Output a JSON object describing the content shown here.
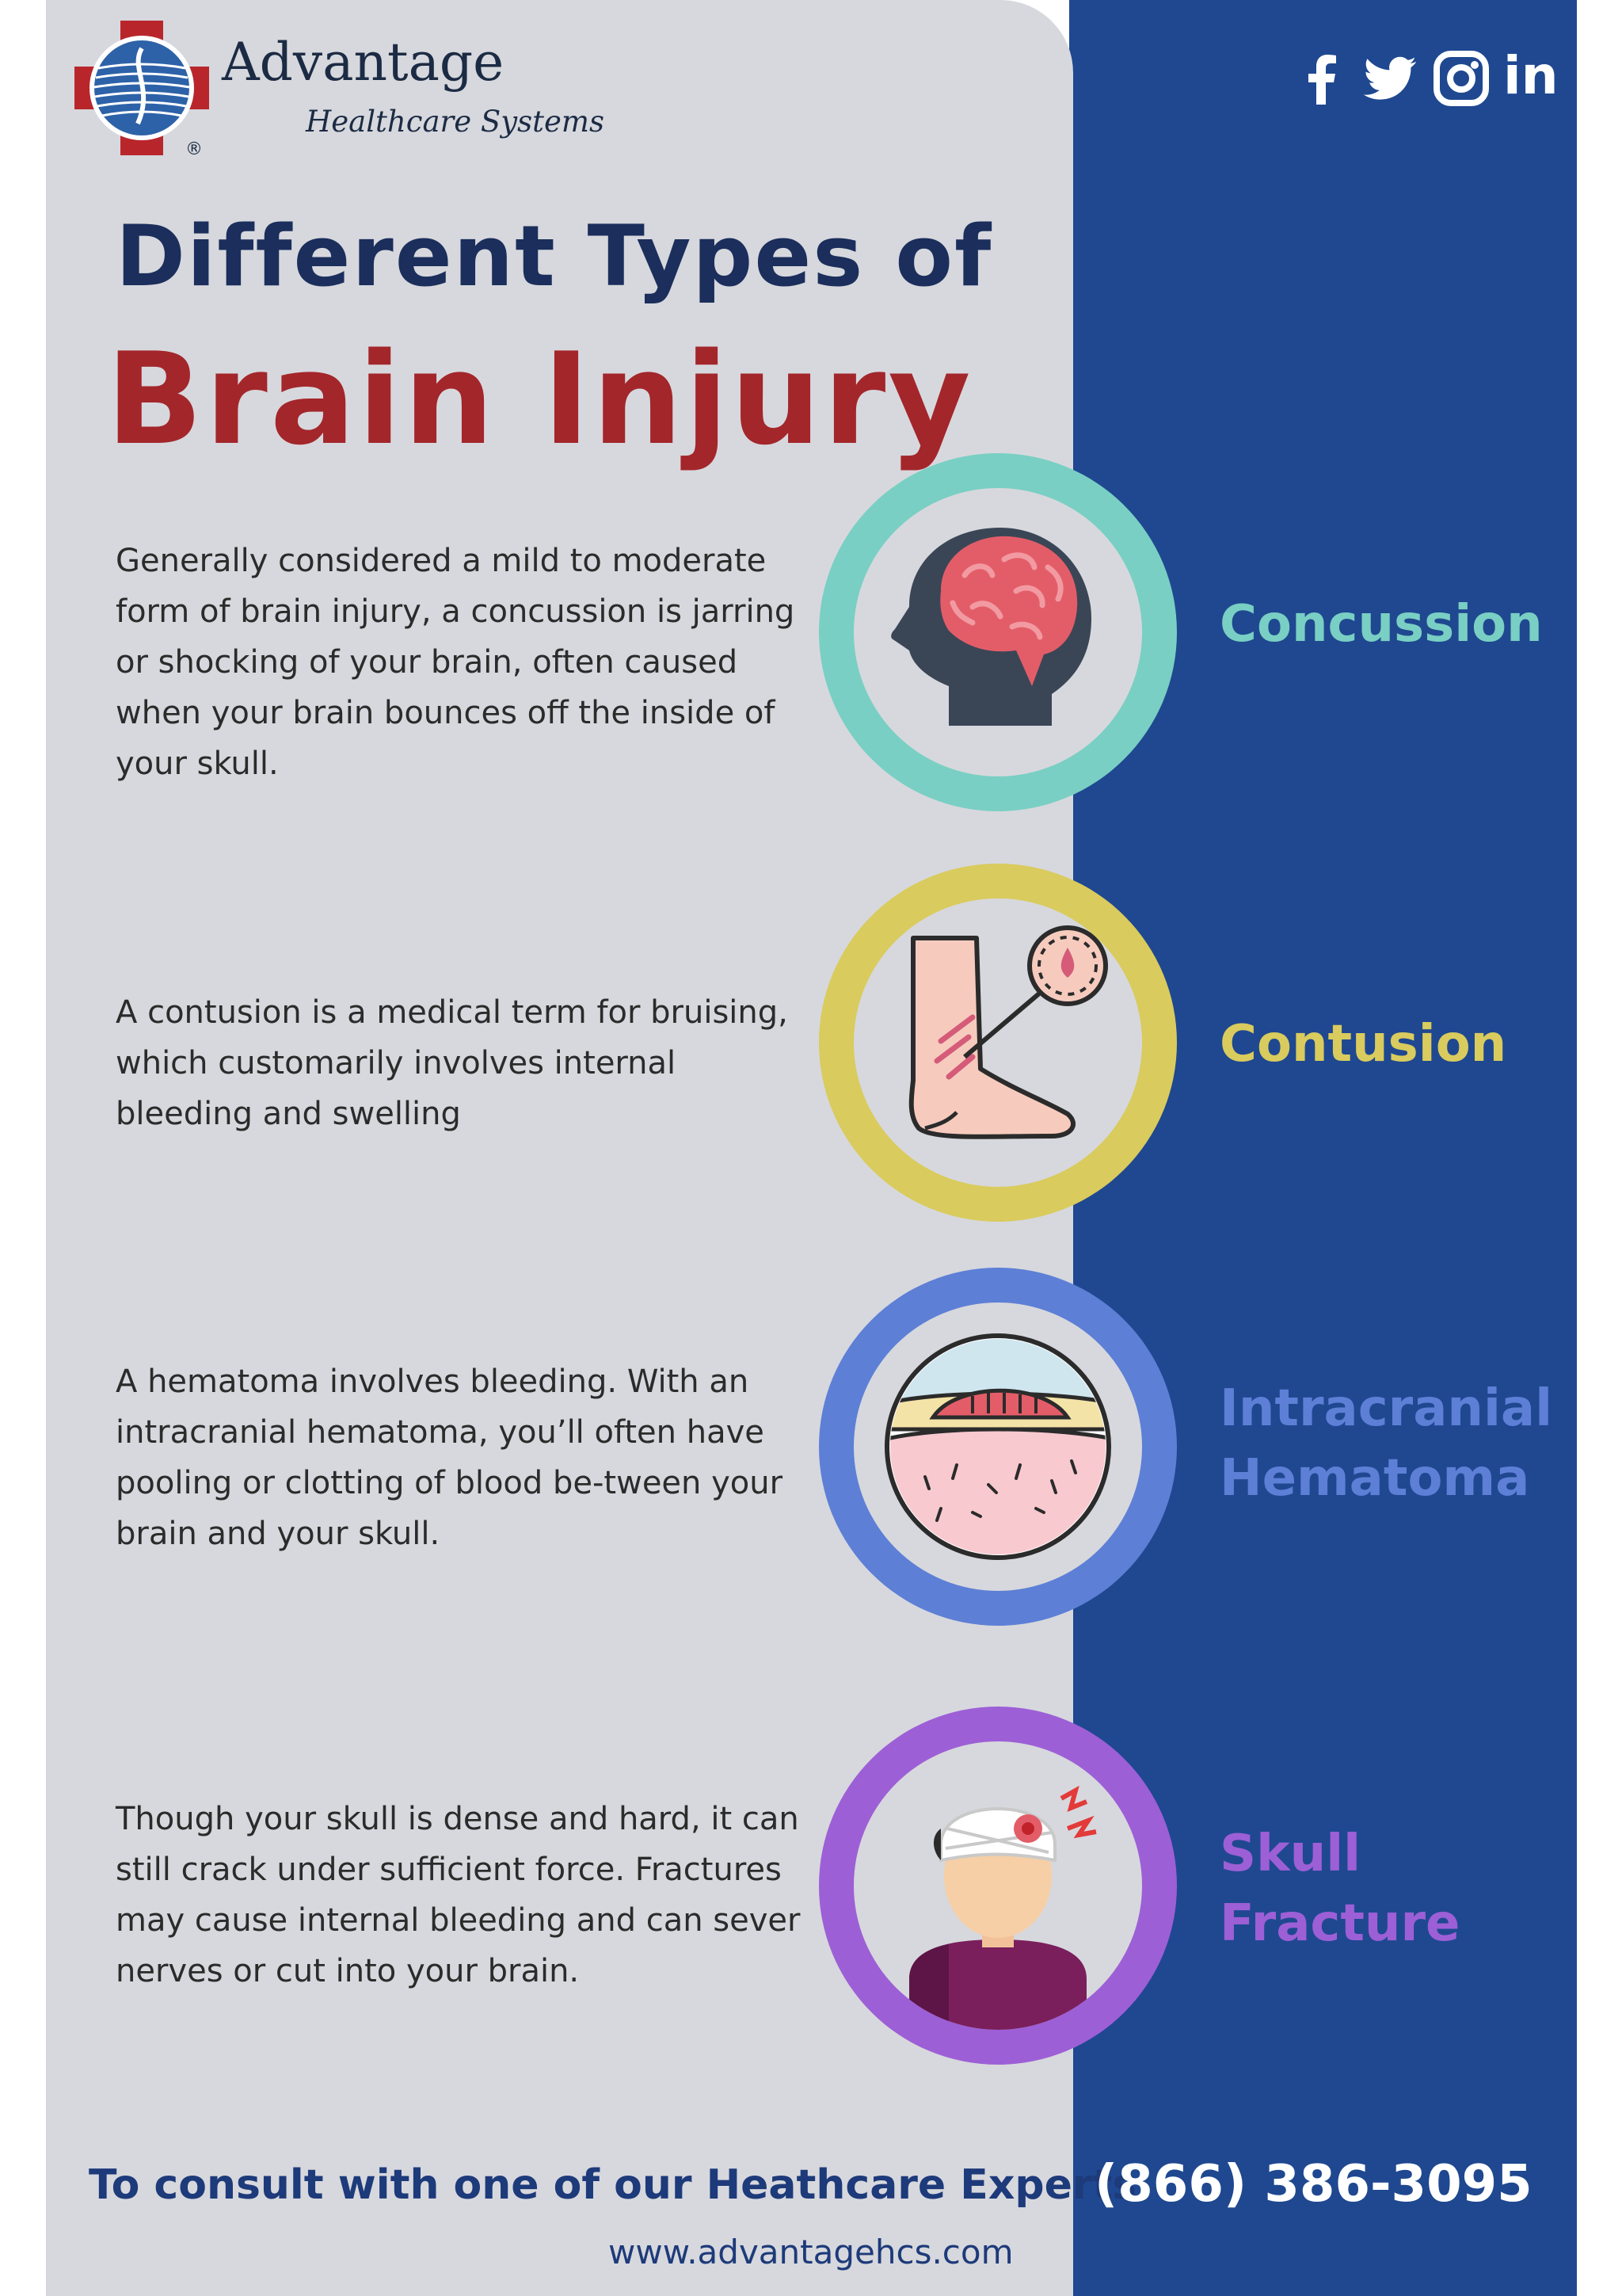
{
  "brand": {
    "name": "Advantage",
    "tagline": "Healthcare Systems",
    "registered": "®"
  },
  "social": {
    "icons": [
      "facebook-icon",
      "twitter-icon",
      "instagram-icon",
      "linkedin-icon"
    ],
    "linkedin_text": "in"
  },
  "title": {
    "line1": "Different Types of",
    "line2": "Brain Injury"
  },
  "injuries": [
    {
      "name": "Concussion",
      "icon": "brain-head-icon",
      "color": "#79cfc3",
      "description": "Generally considered a mild to moderate form of brain injury, a concussion is jarring or shocking of your brain, often caused when your brain bounces off the inside of your skull."
    },
    {
      "name": "Contusion",
      "icon": "bruised-foot-icon",
      "color": "#d9cb5d",
      "description": "A contusion is a medical term for bruising, which customarily involves internal bleeding and swelling"
    },
    {
      "name_line1": "Intracranial",
      "name_line2": "Hematoma",
      "icon": "blood-clot-icon",
      "color": "#5d7fd6",
      "description": "A hematoma involves bleeding. With an intracranial hematoma, you’ll often have pooling or clotting of blood be-tween your brain and your skull."
    },
    {
      "name_line1": "Skull",
      "name_line2": "Fracture",
      "icon": "injured-head-icon",
      "color": "#9d5fd6",
      "description": "Though your skull is dense and hard, it can still crack under sufficient force. Fractures may cause internal bleeding and can sever nerves or cut into your brain."
    }
  ],
  "footer": {
    "cta": "To consult with one of our Heathcare Experts",
    "phone": "(866) 386-3095",
    "website": "www.advantagehcs.com"
  },
  "colors": {
    "navy_panel": "#1f4890",
    "grey_panel": "#d7d8dd",
    "title_blue": "#1b2e5c",
    "title_red": "#a3262b"
  }
}
